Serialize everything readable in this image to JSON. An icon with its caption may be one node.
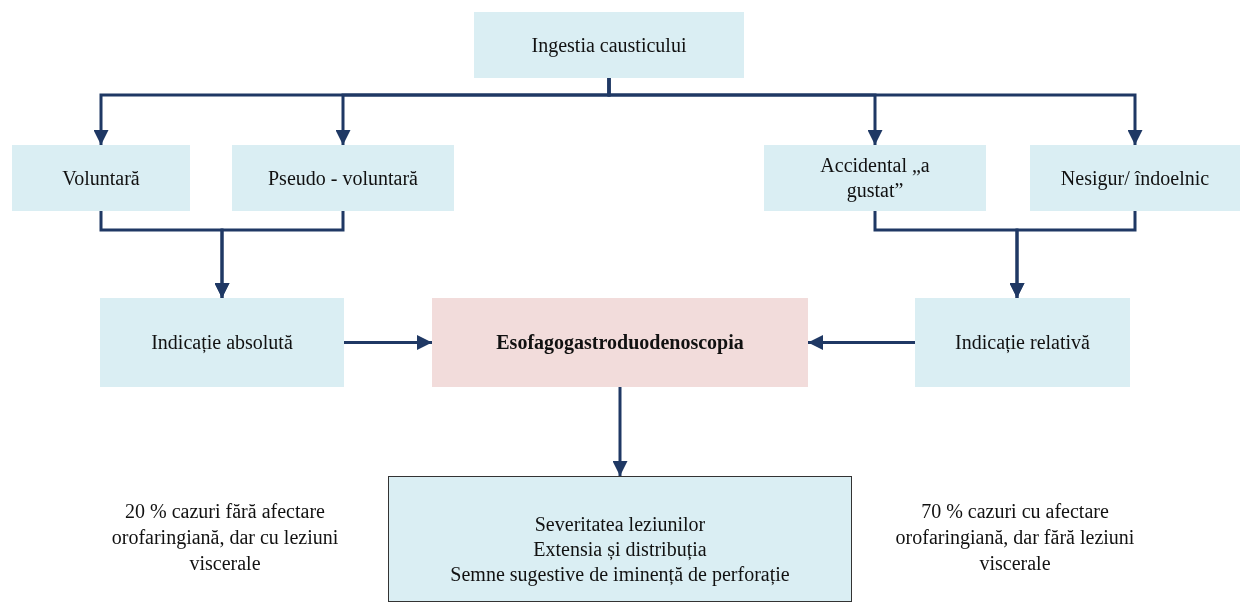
{
  "diagram": {
    "nodes": [
      {
        "text": [
          "Ingestia causticului"
        ]
      },
      {
        "text": [
          "Voluntară"
        ]
      },
      {
        "text": [
          "Pseudo - voluntară"
        ]
      },
      {
        "text": [
          "Accidental „a gustat”"
        ]
      },
      {
        "text": [
          "Nesigur/ îndoelnic"
        ]
      },
      {
        "text": [
          "Indicație absolută"
        ]
      },
      {
        "text": [
          "Esofagogastroduodenoscopia"
        ]
      },
      {
        "text": [
          "Indicație relativă"
        ]
      },
      {
        "text": [
          "Severitatea leziunilor",
          "Extensia și distribuția",
          "Semne sugestive de iminență de perforație"
        ]
      }
    ],
    "edges": [
      {
        "from": 0,
        "to": 1,
        "arrow": "to"
      },
      {
        "from": 0,
        "to": 2,
        "arrow": "to"
      },
      {
        "from": 0,
        "to": 3,
        "arrow": "to"
      },
      {
        "from": 0,
        "to": 4,
        "arrow": "to"
      },
      {
        "from": 1,
        "to": 5,
        "arrow": "to"
      },
      {
        "from": 2,
        "to": 5,
        "arrow": "to"
      },
      {
        "from": 3,
        "to": 7,
        "arrow": "to"
      },
      {
        "from": 4,
        "to": 7,
        "arrow": "to"
      },
      {
        "from": 5,
        "to": 6,
        "arrow": "to"
      },
      {
        "from": 7,
        "to": 6,
        "arrow": "to"
      },
      {
        "from": 6,
        "to": 8,
        "arrow": "to"
      }
    ],
    "labels": [
      "20 % cazuri fără afectare orofaringiană, dar cu leziuni viscerale",
      "70 % cazuri cu afectare orofaringiană, dar fără leziuni viscerale"
    ]
  }
}
